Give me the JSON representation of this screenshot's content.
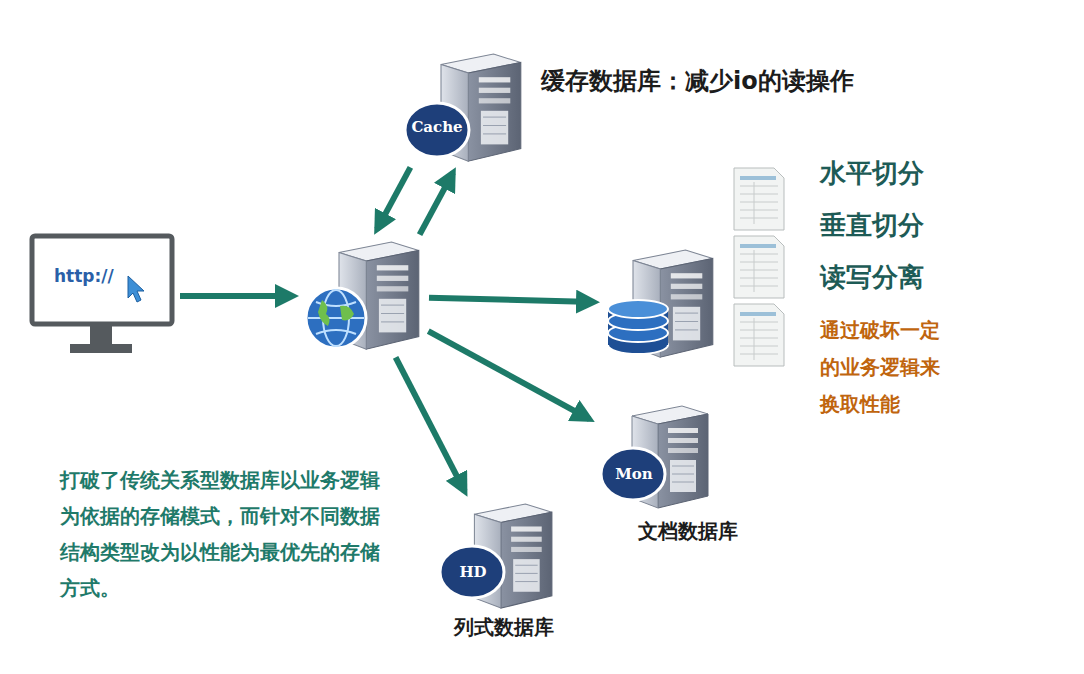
{
  "diagram": {
    "nodes": [
      {
        "text": [
          "http://"
        ]
      },
      {
        "text": []
      },
      {
        "text": [
          "Cache",
          "缓存数据库：减少io的读操作"
        ]
      },
      {
        "text": []
      },
      {
        "text": [
          "Mon",
          "文档数据库"
        ]
      },
      {
        "text": [
          "HD",
          "列式数据库"
        ]
      }
    ],
    "edges": [
      {
        "from": 0,
        "to": 1,
        "arrow": "to"
      },
      {
        "from": 1,
        "to": 2,
        "arrow": "to"
      },
      {
        "from": 2,
        "to": 1,
        "arrow": "to"
      },
      {
        "from": 1,
        "to": 3,
        "arrow": "to"
      },
      {
        "from": 1,
        "to": 4,
        "arrow": "to"
      },
      {
        "from": 1,
        "to": 5,
        "arrow": "to"
      }
    ],
    "labels": [
      "水平切分",
      "垂直切分",
      "读写分离",
      "通过破坏一定的业务逻辑来换取性能",
      "打破了传统关系型数据库以业务逻辑为依据的存储模式，而针对不同数据结构类型改为以性能为最优先的存储方式。"
    ]
  }
}
